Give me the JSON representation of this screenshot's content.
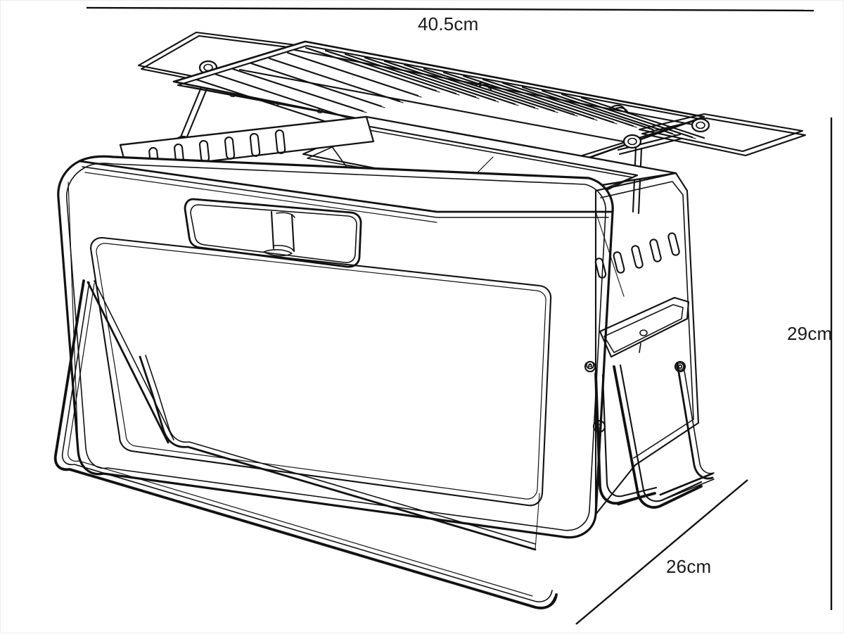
{
  "drawing": {
    "title": "Portable folding charcoal BBQ grill - dimension drawing",
    "product": "portable folding charcoal barbecue grill",
    "view": "three-quarter isometric line drawing",
    "line_color": "#111111",
    "background_color": "#ffffff",
    "border_color": "#ececec"
  },
  "dimensions": {
    "width": {
      "value": "40.5cm",
      "axis": "horizontal",
      "position": "top",
      "leader_line": "horizontal rule spanning the top of the drawing"
    },
    "height": {
      "value": "29cm",
      "axis": "vertical",
      "position": "right",
      "leader_line": "vertical rule on the right edge of the drawing"
    },
    "depth": {
      "value": "26cm",
      "axis": "diagonal",
      "position": "bottom-right",
      "leader_line": "diagonal rule running bottom-left to upper-right"
    }
  },
  "parts": {
    "cooking_grate": "wire cooking grate with parallel rods on top",
    "left_side_shelf": "folding wire side shelf on the left",
    "right_side_shelf": "folding wire side shelf on the right",
    "lid_handle": "carry handle on the front upper face",
    "front_panel": "large recessed front panel",
    "vent_slots": "row of oval vent slots on the upper side walls",
    "charcoal_tray": "internal charcoal tray with divider",
    "side_handle": "side carry handle on the right end panel",
    "legs": "folding tubular wire leg frames",
    "hinge_rivets": "small pivot rivets on the leg frames"
  }
}
